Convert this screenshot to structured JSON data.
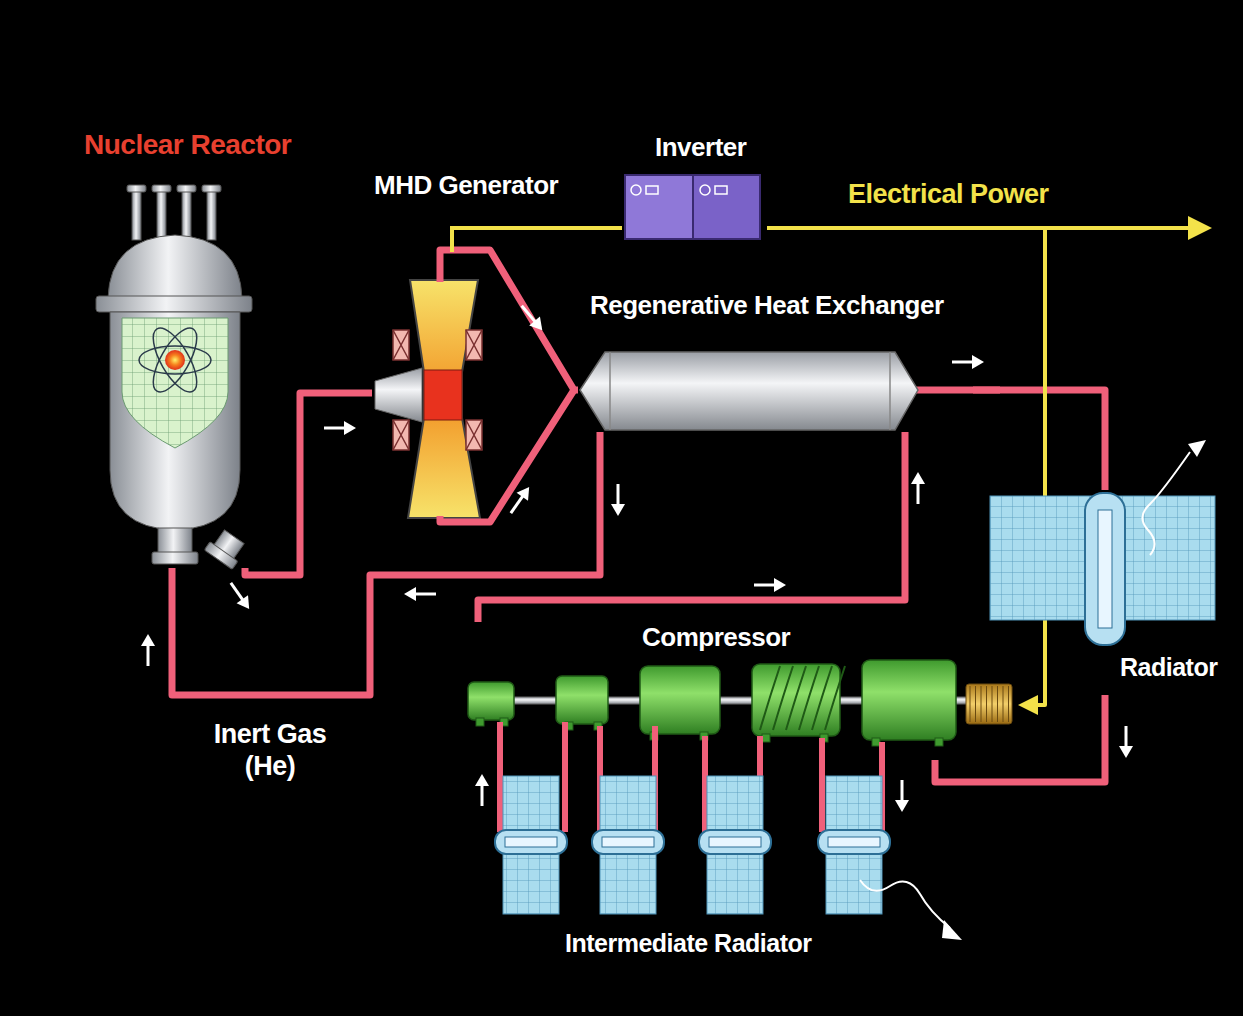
{
  "diagram": {
    "nodes": [
      {
        "text": [
          "Nuclear Reactor"
        ]
      },
      {
        "text": [
          "MHD Generator"
        ]
      },
      {
        "text": [
          "Inverter"
        ]
      },
      {
        "text": [
          "Regenerative Heat Exchanger"
        ]
      },
      {
        "text": [
          "Radiator"
        ]
      },
      {
        "text": [
          "Compressor"
        ]
      },
      {
        "text": [
          "Intermediate Radiator"
        ]
      }
    ],
    "edges": [
      {
        "from": 0,
        "to": 1,
        "arrow": "none"
      },
      {
        "from": 1,
        "to": 3,
        "arrow": "none"
      },
      {
        "from": 3,
        "to": 4,
        "arrow": "none"
      },
      {
        "from": 4,
        "to": 5,
        "arrow": "none"
      },
      {
        "from": 5,
        "to": 3,
        "arrow": "none"
      },
      {
        "from": 3,
        "to": 0,
        "arrow": "none"
      },
      {
        "from": 1,
        "to": 2,
        "arrow": "none"
      },
      {
        "from": 2,
        "to": 5,
        "arrow": "to"
      },
      {
        "from": 5,
        "to": 6,
        "arrow": "none"
      }
    ],
    "labels": [
      "Electrical Power",
      "Inert Gas (He)"
    ]
  }
}
